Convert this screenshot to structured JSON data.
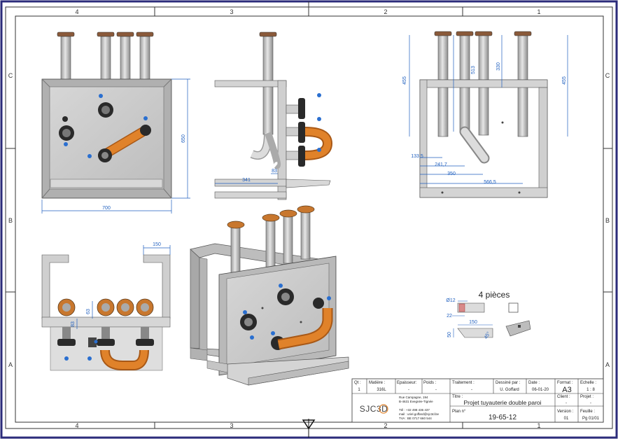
{
  "zones": {
    "columns": [
      "4",
      "3",
      "2",
      "1"
    ],
    "rows": [
      "C",
      "B",
      "A"
    ]
  },
  "dimensions": {
    "front_width": "700",
    "front_height": "650",
    "side_a": "341",
    "side_b": "83",
    "back_h1": "455",
    "back_h2": "513",
    "back_h3": "330",
    "back_h4": "455",
    "back_w1": "133,5",
    "back_w2": "241,7",
    "back_w3": "350",
    "back_w4": "566,5",
    "top_w": "150",
    "top_a": "63",
    "top_b": "83",
    "piece_d": "Ø12",
    "piece_a": "22",
    "piece_l": "150",
    "piece_h": "50",
    "piece_angle": "45°"
  },
  "parts_note": "4 pièces",
  "title_block": {
    "qt_label": "Qt :",
    "qt_value": "1",
    "material_label": "Matière :",
    "material_value": "316L",
    "thickness_label": "Epaisseur:",
    "thickness_value": "-",
    "weight_label": "Poids :",
    "weight_value": "-",
    "treatment_label": "Traitement :",
    "treatment_value": "-",
    "drawn_label": "Dessiné par :",
    "drawn_value": "U. Goffard",
    "date_label": "Date :",
    "date_value": "06-01-20",
    "format_label": "Format :",
    "format_value": "A3",
    "scale_label": "Echelle :",
    "scale_value": "1 : 8",
    "logo_text": "SJC3D",
    "address_1": "Rue Campagne, 194",
    "address_2": "B-4631 Evegnée-Tignée",
    "tel": "Tél : +32 498 436 437",
    "mail": "mail : uriel.goffard@sjc3d.be",
    "tva": "TVA : BE 0717 660 544",
    "title_label": "Titre :",
    "title_value": "Projet tuyauterie double paroi",
    "client_label": "Client :",
    "client_value": "-",
    "project_label": "Projet :",
    "project_value": "-",
    "plan_label": "Plan n°",
    "plan_value": "19-65-12",
    "version_label": "Version :",
    "version_value": "01",
    "sheet_label": "Feuille :",
    "sheet_value": "Pg 01/01"
  },
  "colors": {
    "border": "#2b2b7a",
    "steel": "#c9c9c9",
    "steel_dark": "#8a8a8a",
    "pipe_orange": "#e0822a",
    "dim_blue": "#1f5fbf",
    "clamp": "#2a2a2a"
  }
}
